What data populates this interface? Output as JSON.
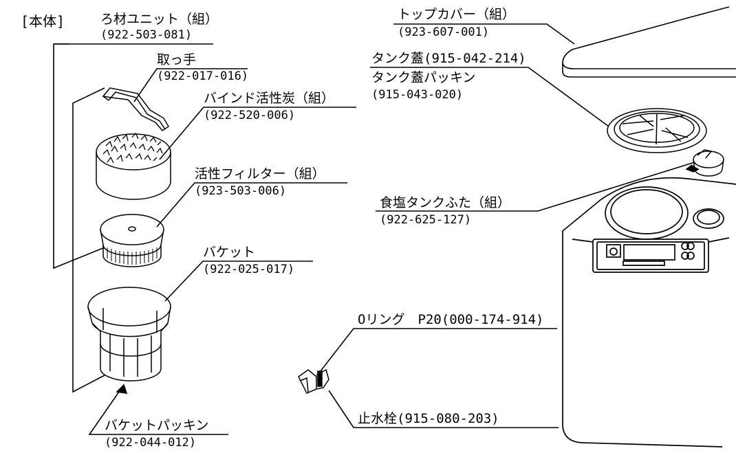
{
  "section_label": "[本体]",
  "parts": {
    "filter_unit": {
      "name": "ろ材ユニット（組）",
      "code": "(922-503-081)"
    },
    "handle": {
      "name": "取っ手",
      "code": "(922-017-016)"
    },
    "bind_carbon": {
      "name": "バインド活性炭（組）",
      "code": "(922-520-006)"
    },
    "active_filter": {
      "name": "活性フィルター（組）",
      "code": "(923-503-006)"
    },
    "bucket": {
      "name": "バケット",
      "code": "(922-025-017)"
    },
    "bucket_packing": {
      "name": "バケットパッキン",
      "code": "(922-044-012)"
    },
    "top_cover": {
      "name": "トップカバー（組）",
      "code": "(923-607-001)"
    },
    "tank_lid": {
      "name": "タンク蓋(915-042-214)"
    },
    "tank_lid_packing": {
      "name": "タンク蓋パッキン",
      "code": "(915-043-020)"
    },
    "salt_tank_cap": {
      "name": "食塩タンクふた（組）",
      "code": "(922-625-127)"
    },
    "o_ring": {
      "name": "Oリング　P20(000-174-914)"
    },
    "stop_valve": {
      "name": "止水栓(915-080-203)"
    }
  }
}
